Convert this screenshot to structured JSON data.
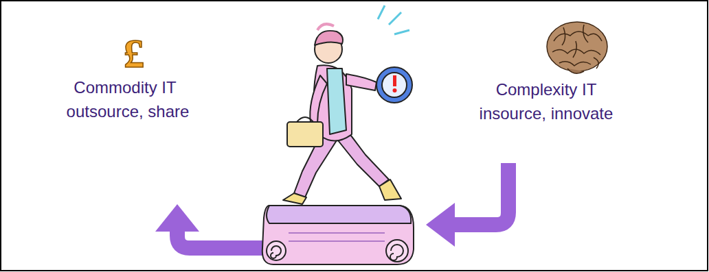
{
  "diagram": {
    "labels": [
      "£",
      "Commodity IT",
      "outsource, share",
      "Complexity IT",
      "insource, innovate"
    ]
  }
}
